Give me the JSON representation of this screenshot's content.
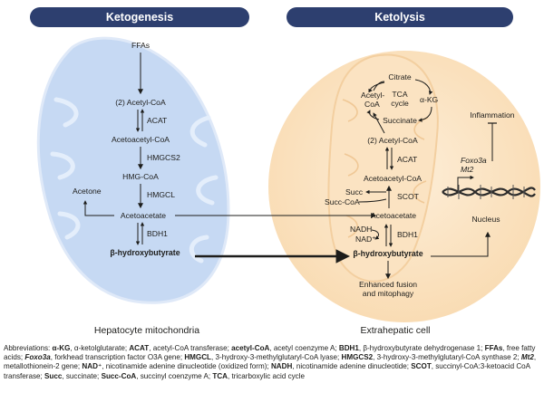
{
  "headers": {
    "ketogenesis": "Ketogenesis",
    "ketolysis": "Ketolysis"
  },
  "ketogenesis": {
    "ffas": "FFAs",
    "acetyl_coa": "(2) Acetyl-CoA",
    "acat": "ACAT",
    "acetoacetyl_coa": "Acetoacetyl-CoA",
    "hmgcs2": "HMGCS2",
    "hmg_coa": "HMG-CoA",
    "acetone": "Acetone",
    "hmgcl": "HMGCL",
    "acetoacetate": "Acetoacetate",
    "bdh1": "BDH1",
    "bhb": "β-hydroxybutyrate",
    "caption": "Hepatocyte mitochondria"
  },
  "ketolysis": {
    "citrate": "Citrate",
    "tca_l1": "TCA",
    "tca_l2": "cycle",
    "akg": "α-KG",
    "acetyl_coa_cycle_l1": "Acetyl-",
    "acetyl_coa_cycle_l2": "CoA",
    "succinate": "Succinate",
    "acetyl_coa": "(2) Acetyl-CoA",
    "acat": "ACAT",
    "acetoacetyl_coa": "Acetoacetyl-CoA",
    "succ": "Succ",
    "succ_coa": "Succ-CoA",
    "scot": "SCOT",
    "acetoacetate": "Acetoacetate",
    "nadh": "NADH",
    "nad": "NAD⁺",
    "bdh1": "BDH1",
    "bhb": "β-hydroxybutyrate",
    "outcome_l1": "Enhanced fusion",
    "outcome_l2": "and mitophagy",
    "inflammation": "Inflammation",
    "foxo3a": "Foxo3a",
    "mt2": "Mt2",
    "nucleus": "Nucleus",
    "caption": "Extrahepatic cell"
  },
  "abbreviations": [
    {
      "term": "α-KG",
      "def": "α-ketolglutarate; "
    },
    {
      "term": "ACAT",
      "def": "acetyl-CoA transferase; "
    },
    {
      "term": "acetyl-CoA",
      "def": "acetyl coenzyme A; "
    },
    {
      "term": "BDH1",
      "def": "β-hydroxybutyrate dehydrogenase 1; "
    },
    {
      "term": "FFAs",
      "def": "free fatty acids; "
    },
    {
      "term": "Foxo3a",
      "italic": true,
      "def": "forkhead transcription factor O3A gene; "
    },
    {
      "term": "HMGCL",
      "def": "3-hydroxy-3-methylglutaryl-CoA lyase; "
    },
    {
      "term": "HMGCS2",
      "def": "3-hydroxy-3-methylglutaryl-CoA synthase 2; "
    },
    {
      "term": "Mt2",
      "italic": true,
      "def": "metallothionein-2 gene; "
    },
    {
      "term": "NAD⁺",
      "def": "nicotinamide adenine dinucleotide (oxidized form); "
    },
    {
      "term": "NADH",
      "def": "nicotinamide adenine dinucleotide; "
    },
    {
      "term": "SCOT",
      "def": "succinyl-CoA:3-ketoacid CoA transferase; "
    },
    {
      "term": "Succ",
      "def": "succinate; "
    },
    {
      "term": "Succ-CoA",
      "def": "succinyl coenzyme A; "
    },
    {
      "term": "TCA",
      "def": "tricarboxylic acid cycle"
    }
  ],
  "abbreviations_prefix": "Abbreviations: ",
  "colors": {
    "header_navy": "#2d3f6f",
    "mito_blue": "#c6d9f3",
    "cell_peach": "#fbe6c9",
    "arrow": "#1d1d1b"
  }
}
